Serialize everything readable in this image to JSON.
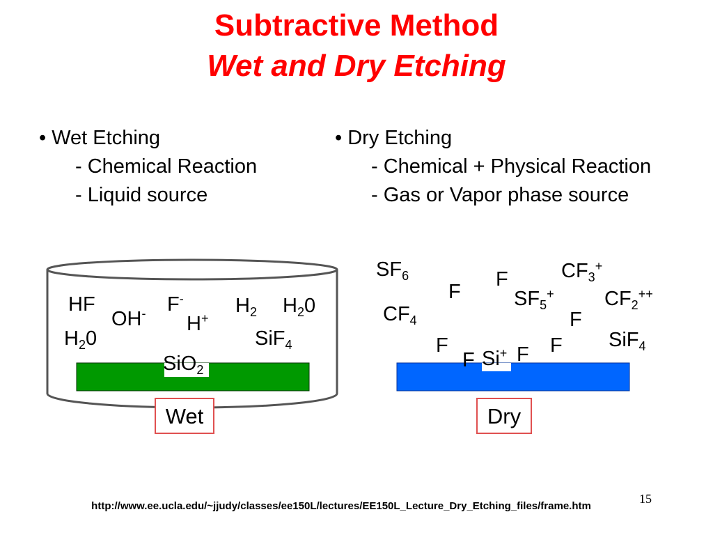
{
  "title": {
    "line1": "Subtractive Method",
    "line2": "Wet and Dry Etching"
  },
  "wet": {
    "bullet": "• Wet Etching",
    "items": [
      "- Chemical Reaction",
      "- Liquid source"
    ],
    "label": "Wet",
    "species": {
      "hf": "HF",
      "oh": "OH",
      "oh_sup": "-",
      "f": "F",
      "f_sup": "-",
      "h": "H",
      "h_sup": "+",
      "h2_base": "H",
      "h2_sub": "2",
      "h2o_right_base": "H",
      "h2o_right_sub": "2",
      "h2o_right_tail": "0",
      "h2o_left_base": "H",
      "h2o_left_sub": "2",
      "h2o_left_tail": "0",
      "sif4_base": "SiF",
      "sif4_sub": "4",
      "sio2_base": "SiO",
      "sio2_sub": "2"
    },
    "colors": {
      "substrate": "#009900",
      "container": "#555555"
    }
  },
  "dry": {
    "bullet": "• Dry Etching",
    "items": [
      "- Chemical + Physical Reaction",
      "- Gas or Vapor phase source"
    ],
    "label": "Dry",
    "species": {
      "sf6_base": "SF",
      "sf6_sub": "6",
      "f1": "F",
      "f2": "F",
      "cf3_base": "CF",
      "cf3_sub": "3",
      "cf3_sup": "+",
      "sf5_base": "SF",
      "sf5_sub": "5",
      "sf5_sup": "+",
      "cf2_base": "CF",
      "cf2_sub": "2",
      "cf2_sup": "++",
      "cf4_base": "CF",
      "cf4_sub": "4",
      "f3": "F",
      "f4": "F",
      "f5": "F",
      "f6": "F",
      "f7": "F",
      "si": "Si",
      "si_sup": "+",
      "sif4_base": "SiF",
      "sif4_sub": "4"
    },
    "colors": {
      "substrate": "#0066ff"
    }
  },
  "label_border_color": "#e05050",
  "accent_color": "#ff0000",
  "footer": {
    "url": "http://www.ee.ucla.edu/~jjudy/classes/ee150L/lectures/EE150L_Lecture_Dry_Etching_files/frame.htm",
    "page": "15"
  }
}
